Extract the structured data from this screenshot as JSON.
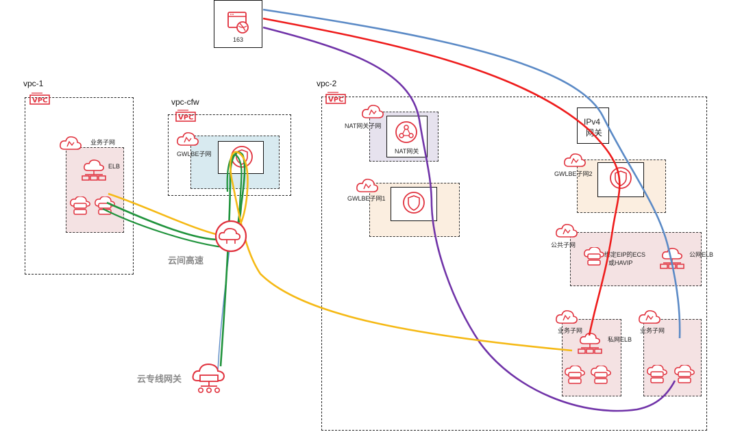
{
  "internet": {
    "label": "163"
  },
  "vpcs": {
    "vpc1": {
      "label": "vpc-1",
      "badge": "VPC",
      "subnet_label": "业务子网",
      "elb_label": "ELB"
    },
    "vpc_cfw": {
      "label": "vpc-cfw",
      "badge": "VPC",
      "subnet_label": "GWLBE子网"
    },
    "vpc2": {
      "label": "vpc-2",
      "badge": "VPC",
      "nat_subnet_label": "NAT网关子网",
      "nat_gw_label": "NAT网关",
      "gwlbe1_label": "GWLBE子网1",
      "gwlbe2_label": "GWLBE子网2",
      "ipv4_gw_line1": "IPv4",
      "ipv4_gw_line2": "网关",
      "public_subnet_label": "公共子网",
      "eip_ecs_line1": "绑定EIP的ECS",
      "eip_ecs_line2": "或HAVIP",
      "public_elb_label": "公网ELB",
      "biz_subnet_a_label": "业务子网",
      "private_elb_label": "私网ELB",
      "biz_subnet_b_label": "业务子网"
    }
  },
  "cloud_connect": {
    "label": "云间高速"
  },
  "direct_connect": {
    "label": "云专线网关"
  },
  "colors": {
    "red_icon": "#e0303c",
    "blue_path": "#5b8ac6",
    "red_path": "#ee1c1c",
    "purple_path": "#7033a8",
    "yellow_path": "#f5b915",
    "green_path": "#20933c",
    "subnet_pink": "#f4e2e3",
    "subnet_peach": "#fbeee0",
    "subnet_blue": "#d8eaf0",
    "subnet_lavender": "#e6e2ee"
  }
}
